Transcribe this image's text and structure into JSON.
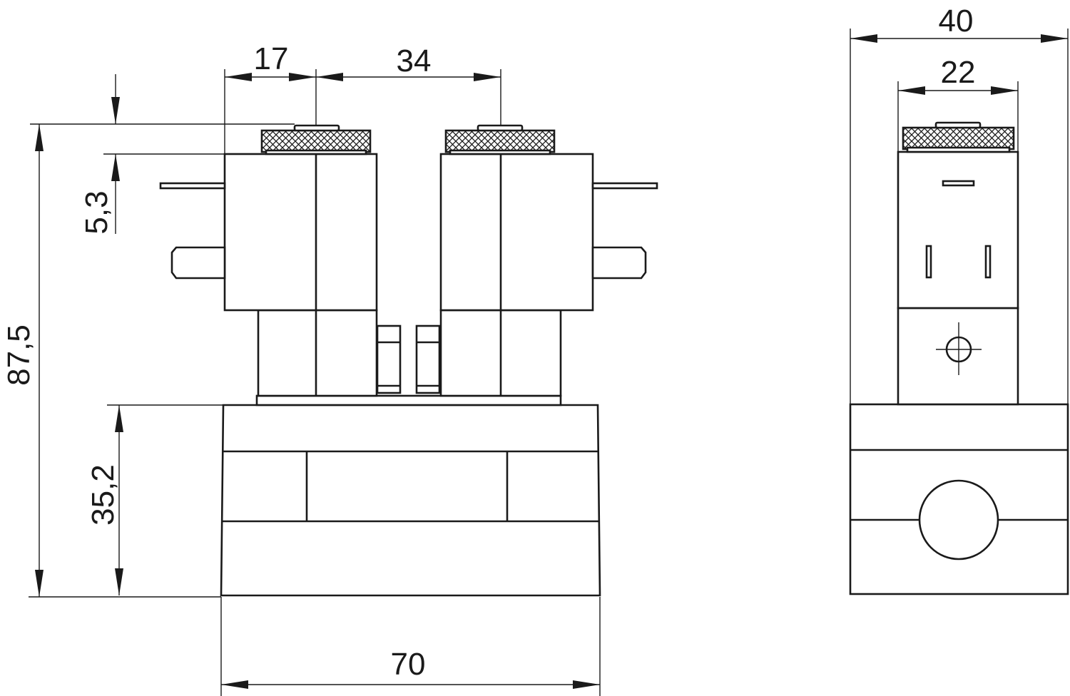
{
  "dimensions": {
    "pitch_left": "17",
    "pitch_between": "34",
    "top_offset": "5,3",
    "total_height": "87,5",
    "base_height": "35,2",
    "base_width": "70",
    "side_width": "40",
    "coil_width": "22"
  },
  "colors": {
    "line": "#1a1a1a",
    "background": "#ffffff"
  }
}
